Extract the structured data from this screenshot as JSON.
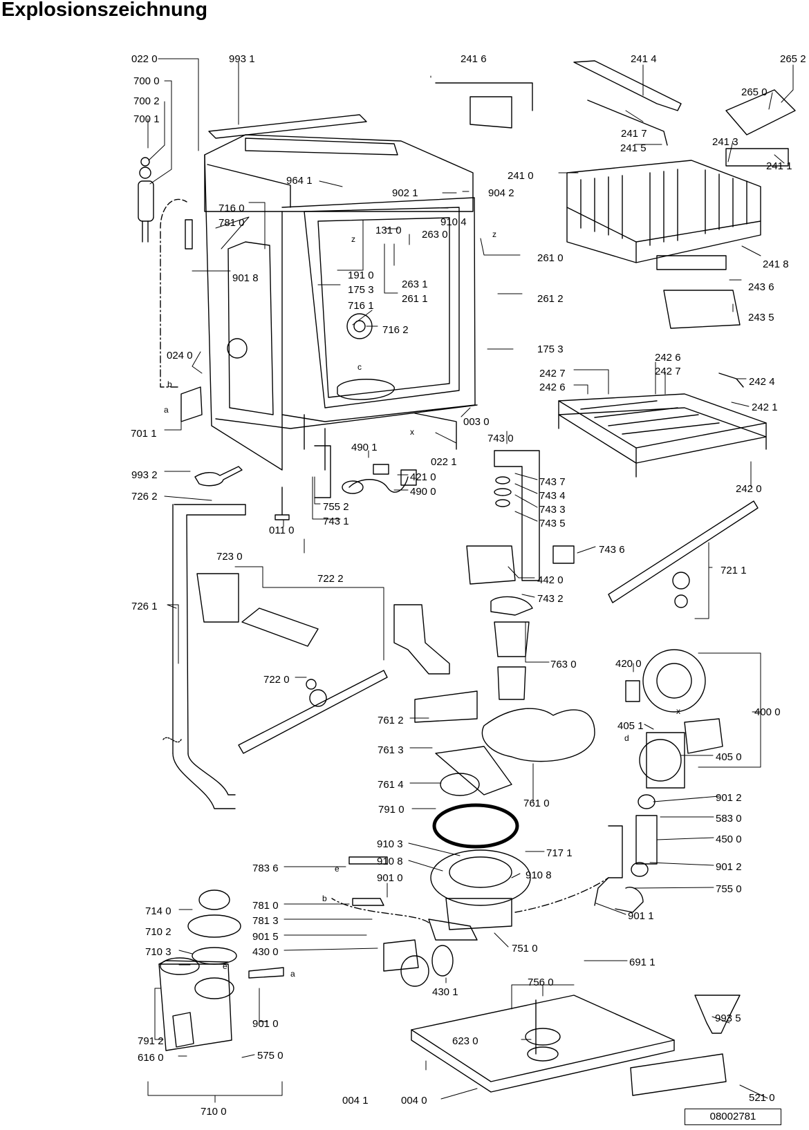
{
  "title": "Explosionszeichnung",
  "document_number": "08002781",
  "letters": [
    "z",
    "z",
    "b",
    "a",
    "c",
    "x",
    "e",
    "b",
    "a",
    "e",
    "d",
    "x"
  ],
  "parts": [
    "022 0",
    "993 1",
    "700 0",
    "700 2",
    "700 1",
    "241 6",
    "241 4",
    "265 2",
    "265 0",
    "241 7",
    "241 5",
    "241 3",
    "241 0",
    "241 1",
    "241 8",
    "964 1",
    "902 1",
    "904 2",
    "910 4",
    "131 0",
    "263 0",
    "716 0",
    "781 0",
    "901 8",
    "191 0",
    "175 3",
    "261 0",
    "263 1",
    "261 1",
    "261 2",
    "243 6",
    "243 5",
    "716 1",
    "716 2",
    "175 3",
    "024 0",
    "242 6",
    "242 7",
    "242 7",
    "242 6",
    "242 4",
    "242 1",
    "701 1",
    "003 0",
    "743 0",
    "022 1",
    "490 1",
    "421 0",
    "490 0",
    "993 2",
    "755 2",
    "743 1",
    "743 7",
    "743 4",
    "743 3",
    "743 5",
    "242 0",
    "726 2",
    "011 0",
    "723 0",
    "743 6",
    "442 0",
    "743 2",
    "721 1",
    "722 2",
    "726 1",
    "763 0",
    "722 0",
    "420 0",
    "400 0",
    "405 1",
    "761 2",
    "761 3",
    "405 0",
    "761 4",
    "761 0",
    "901 2",
    "791 0",
    "583 0",
    "450 0",
    "910 3",
    "717 1",
    "910 8",
    "910 8",
    "901 2",
    "783 6",
    "901 0",
    "755 0",
    "714 0",
    "781 0",
    "781 3",
    "901 1",
    "710 2",
    "901 5",
    "751 0",
    "430 0",
    "710 3",
    "430 1",
    "691 1",
    "756 0",
    "901 0",
    "993 5",
    "791 2",
    "623 0",
    "616 0",
    "575 0",
    "710 0",
    "004 1",
    "004 0",
    "521 0"
  ]
}
